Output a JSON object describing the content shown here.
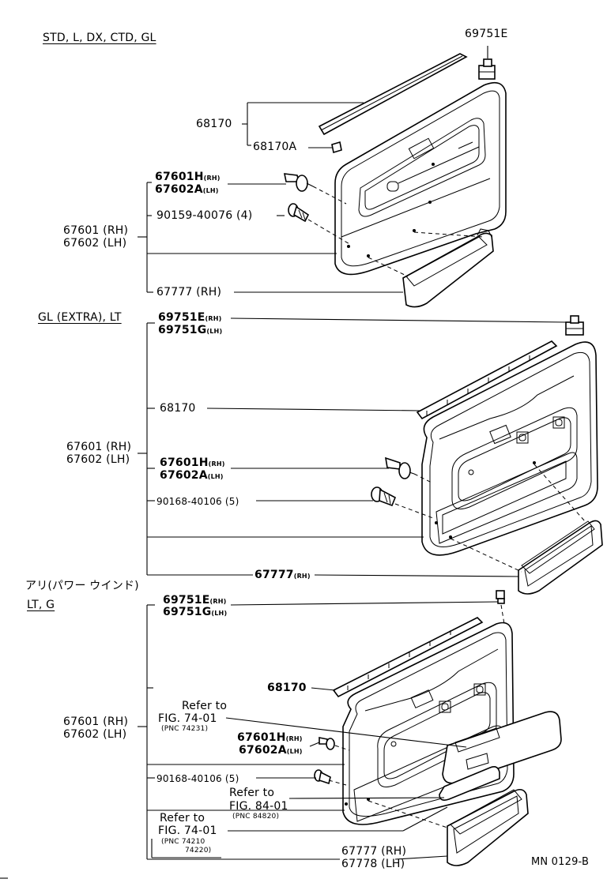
{
  "sections": {
    "s1": "STD, L, DX, CTD, GL",
    "s2": "GL (EXTRA), LT",
    "s3_note": "アリ(パワー ウインド)",
    "s3": "LT, G"
  },
  "labels": {
    "s1_69751E": "69751E",
    "s1_68170": "68170",
    "s1_68170A": "68170A",
    "s1_67601H": "67601H",
    "s1_67602A": "67602A",
    "s1_90159": "90159-40076 (4)",
    "s1_67601": "67601 (RH)",
    "s1_67602": "67602 (LH)",
    "s1_67777": "67777 (RH)",
    "s2_69751E": "69751E",
    "s2_69751G": "69751G",
    "s2_68170": "68170",
    "s2_67601": "67601 (RH)",
    "s2_67602": "67602 (LH)",
    "s2_67601H": "67601H",
    "s2_67602A": "67602A",
    "s2_90168": "90168-40106 (5)",
    "s2_67777": "67777",
    "s3_69751E": "69751E",
    "s3_69751G": "69751G",
    "s3_68170": "68170",
    "s3_refer1": "Refer to",
    "s3_fig1": "FIG. 74-01",
    "s3_pnc1": "(PNC 74231)",
    "s3_67601": "67601 (RH)",
    "s3_67602": "67602 (LH)",
    "s3_67601H": "67601H",
    "s3_67602A": "67602A",
    "s3_90168": "90168-40106 (5)",
    "s3_refer2": "Refer to",
    "s3_fig2": "FIG. 84-01",
    "s3_pnc2": "(PNC 84820)",
    "s3_refer3": "Refer to",
    "s3_fig3": "FIG. 74-01",
    "s3_pnc3a": "(PNC 74210",
    "s3_pnc3b": "74220)",
    "s3_67777": "67777 (RH)",
    "s3_67778": "67778 (LH)"
  },
  "suffix": {
    "rh": "(RH)",
    "lh": "(LH)"
  },
  "footer": {
    "code": "MN 0129-B"
  }
}
